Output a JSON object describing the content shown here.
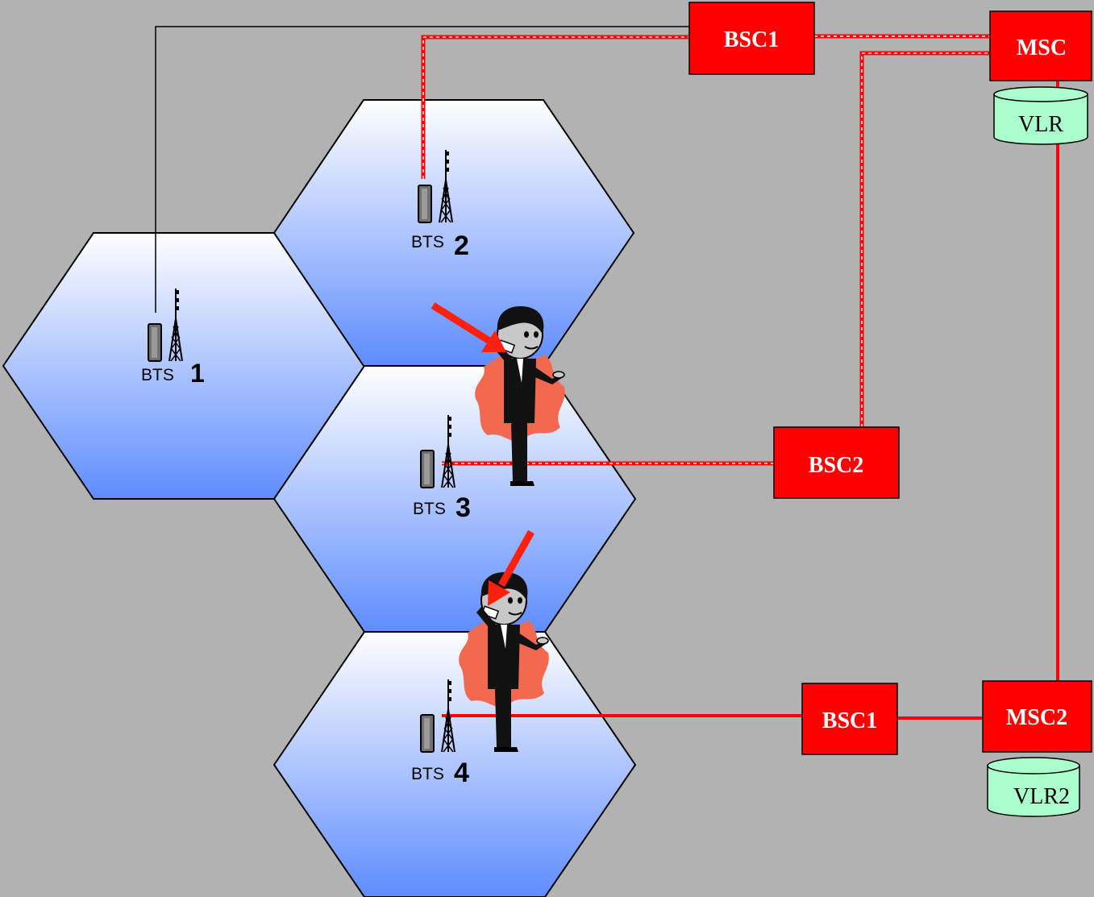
{
  "background": "#b2b2b2",
  "colors": {
    "node_fill": "#ff0000",
    "node_text": "#ffffff",
    "db_fill": "#aaffcc",
    "link_red": "#ff0000",
    "link_pink": "#ff6688",
    "hex_top": "#ffffff",
    "hex_bottom": "#5f8dff",
    "arrow": "#ff2010"
  },
  "cells": [
    {
      "id": "cell-1",
      "bts_label": "BTS",
      "bts_number": "1",
      "antenna_icon": "cell-tower-icon"
    },
    {
      "id": "cell-2",
      "bts_label": "BTS",
      "bts_number": "2",
      "antenna_icon": "cell-tower-icon"
    },
    {
      "id": "cell-3",
      "bts_label": "BTS",
      "bts_number": "3",
      "antenna_icon": "cell-tower-icon"
    },
    {
      "id": "cell-4",
      "bts_label": "BTS",
      "bts_number": "4",
      "antenna_icon": "cell-tower-icon"
    }
  ],
  "nodes": {
    "bsc1_top": "BSC1",
    "msc": "MSC",
    "vlr": "VLR",
    "bsc2": "BSC2",
    "bsc1_bottom": "BSC1",
    "msc2": "MSC2",
    "vlr2": "VLR2"
  },
  "subscriber_icon": "person-on-phone-icon",
  "movement_icon": "handover-arrow-icon"
}
